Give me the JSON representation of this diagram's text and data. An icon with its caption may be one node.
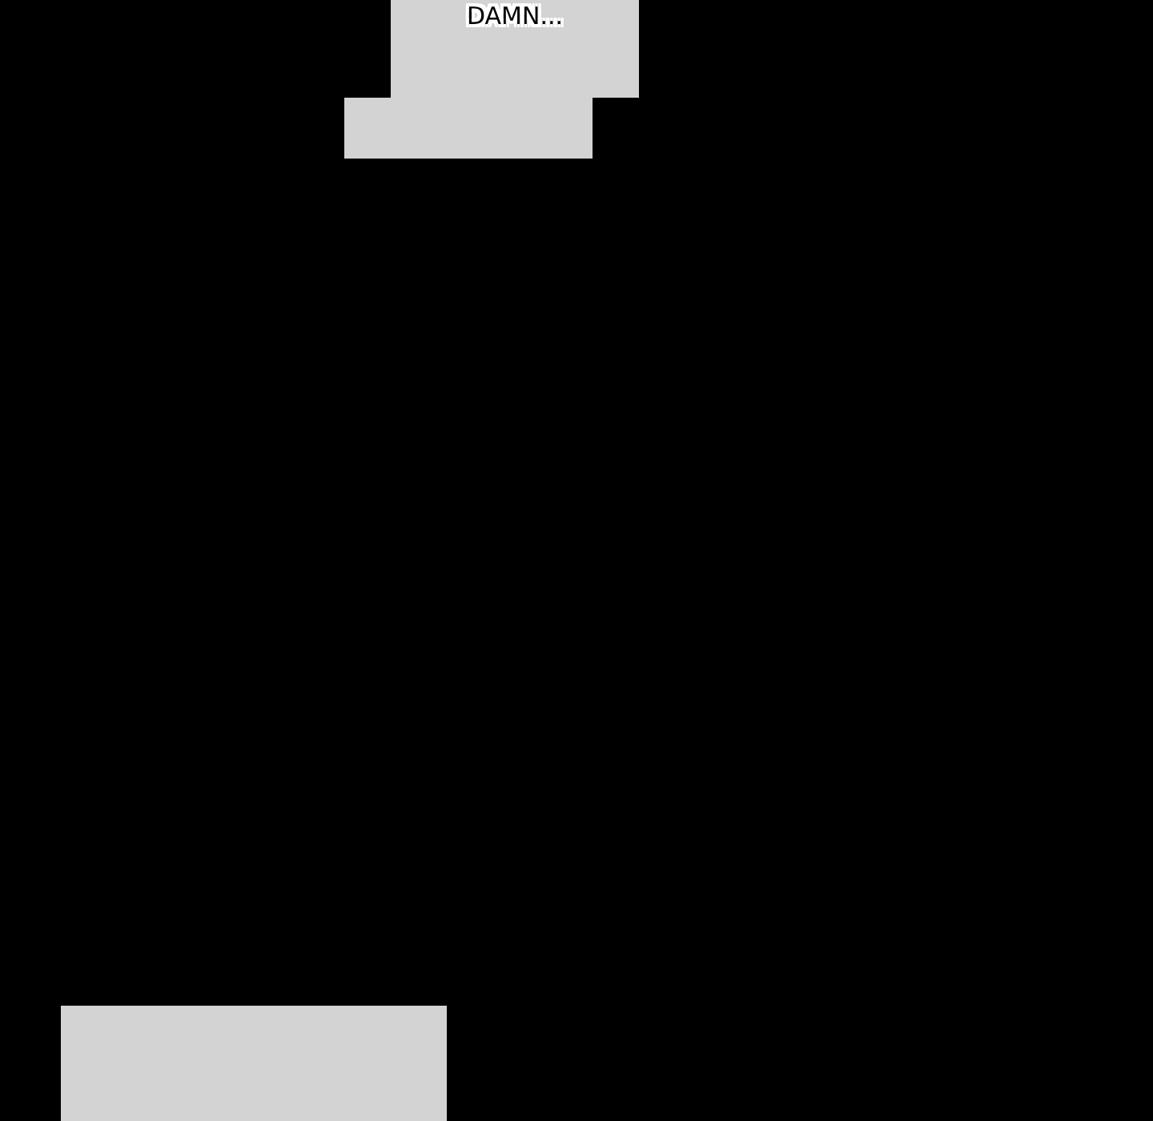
{
  "diagram": {
    "nodes": [
      {
        "text": [
          "DAMN..."
        ]
      },
      {
        "text": [],
        "shape": "box"
      },
      {
        "text": [],
        "shape": "box"
      }
    ]
  }
}
